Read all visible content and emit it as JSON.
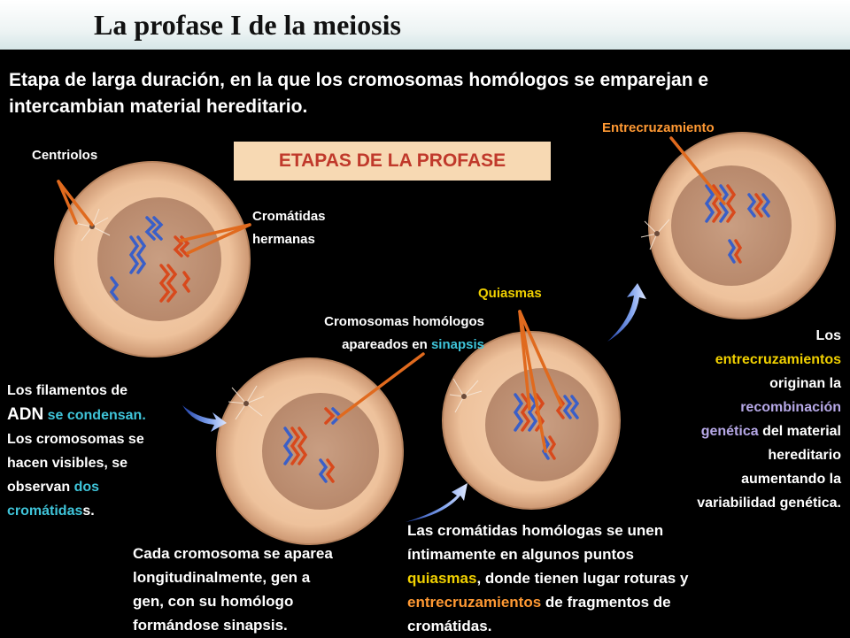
{
  "title": "La profase I de la meiosis",
  "intro": "Etapa de larga duración, en la que los cromosomas homólogos se emparejan e intercambian material hereditario.",
  "stages_box": "ETAPAS DE LA PROFASE",
  "labels": {
    "centriolos": "Centriolos",
    "cromatidas_1": "Cromátidas",
    "cromatidas_2": "hermanas",
    "homologos_1": "Cromosomas homólogos",
    "homologos_2a": "apareados en ",
    "homologos_2b": "sinapsis",
    "quiasmas": "Quiasmas",
    "entrecruzamiento": "Entrecruzamiento"
  },
  "left_text": {
    "l1": "Los filamentos de",
    "l2a": "ADN",
    "l2b": " se condensan.",
    "l3": "Los cromosomas se",
    "l4": "hacen visibles, se",
    "l5a": "observan ",
    "l5b": "dos",
    "l6a": "cromátidas",
    "l6b": "s."
  },
  "bottom_left_text": {
    "l1": "Cada cromosoma se aparea",
    "l2": "longitudinalmente, gen a",
    "l3": "gen, con su homólogo",
    "l4": "formándose sinapsis."
  },
  "bottom_right_text": {
    "l1": "Las cromátidas homólogas se unen",
    "l2": "íntimamente en algunos puntos",
    "l3a": "quiasmas",
    "l3b": ", donde tienen lugar roturas y",
    "l4a": "entrecruzamientos",
    "l4b": " de fragmentos de",
    "l5": "cromátidas."
  },
  "right_text": {
    "l1": "Los",
    "l2": "entrecruzamientos",
    "l3": "originan la",
    "l4": "recombinación",
    "l5a": "genética",
    "l5b": " del material",
    "l6": "hereditario",
    "l7": "aumentando la",
    "l8": "variabilidad genética."
  },
  "colors": {
    "chromosome_blue": "#3a5fc8",
    "chromosome_red": "#d8491c",
    "pointer": "#e06a1e"
  }
}
